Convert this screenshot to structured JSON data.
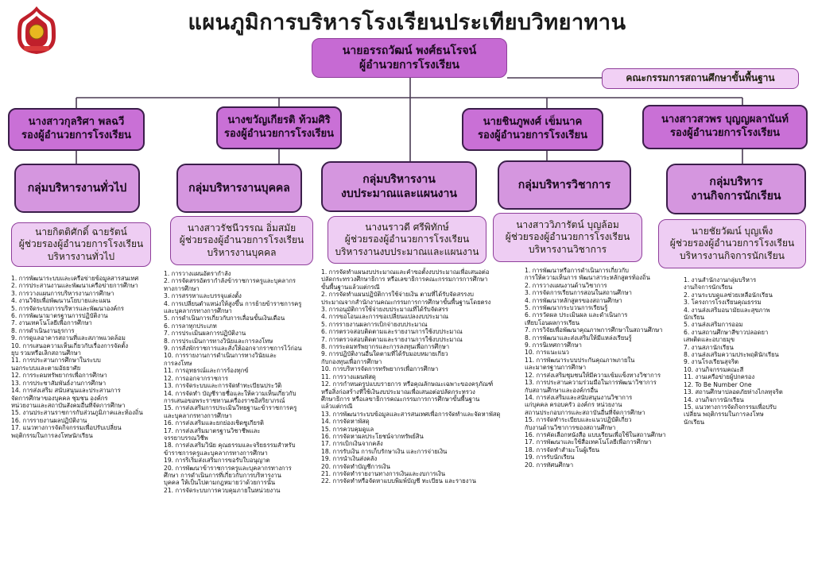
{
  "title": "แผนภูมิการบริหารโรงเรียนประเทียบวิทยาทาน",
  "director": {
    "name": "นายอรรถวัฒน์  พงศ์ธนโรจน์",
    "role": "ผู้อำนวยการโรงเรียน"
  },
  "committee": "คณะกรรมการสถานศึกษาขั้นพื้นฐาน",
  "deputies": [
    {
      "name": "นางสาวกุลริศา  พลฉวี",
      "role": "รองผู้อำนวยการโรงเรียน"
    },
    {
      "name": "นางขวัญเกียรติ  ท้วมศิริ",
      "role": "รองผู้อำนวยการโรงเรียน"
    },
    {
      "name": "นายชินภูพงศ์  เข็มนาค",
      "role": "รองผู้อำนวยการโรงเรียน"
    },
    {
      "name": "นางสาวสวพร  บุญญผลานันท์",
      "role": "รองผู้อำนวยการโรงเรียน"
    }
  ],
  "groups": [
    {
      "title": "กลุ่มบริหารงานทั่วไป",
      "assistant": [
        "นายกิตติศักดิ์  ฉายรัตน์",
        "ผู้ช่วยรองผู้อำนวยการโรงเรียน",
        "บริหารงานทั่วไป"
      ],
      "tasks": [
        "1. การพัฒนาระบบและเครือข่ายข้อมูลสารสนเทศ",
        "2. การประสานงานและพัฒนาเครือข่ายการศึกษา",
        "3. การวางแผนการบริหารงานการศึกษา",
        "4. งานวิจัยเพื่อพัฒนานโยบายและแผน",
        "5. การจัดระบบการบริหารและพัฒนาองค์กร",
        "6. การพัฒนามาตรฐานการปฏิบัติงาน",
        "7. งานเทคโนโลยีเพื่อการศึกษา",
        "8. การดำเนินงานธุรการ",
        "9. การดูแลอาคารสถานที่และสภาพแวดล้อม",
        "10. การเสนอความเห็นเกี่ยวกับเรื่องการจัดตั้ง\n     ยุบ รวมหรือเลิกสถานศึกษา",
        "11. การประสานการศึกษาในระบบ\n     นอกระบบและตามอัธยาศัย",
        "12. การระดมทรัพยากรเพื่อการศึกษา",
        "13. การประชาสัมพันธ์งานการศึกษา",
        "14. การส่งเสริม สนับสนุนและประสานการ\n     จัดการศึกษาของบุคคล ชุมชน องค์กร\n     หน่วยงานและสถาบันสังคมอื่นที่จัดการศึกษา",
        "15. งานประสานราชการกับส่วนภูมิภาคและท้องถิ่น",
        "16. การรายงานผลปฏิบัติงาน",
        "17. แนวทางการจัดกิจกรรมเพื่อปรับเปลี่ยน\n     พฤติกรรมในการลงโทษนักเรียน"
      ]
    },
    {
      "title": "กลุ่มบริหารงานบุคคล",
      "assistant": [
        "นางสาวรัชนีวรรณ อิ่มสมัย",
        "ผู้ช่วยรองผู้อำนวยการโรงเรียน",
        "บริหารงานบุคคล"
      ],
      "tasks": [
        "1. การวางแผนอัตรากำลัง",
        "2. การจัดสรรอัตรากำลังข้าราชการครูและบุคลากร\n   ทางการศึกษา",
        "3. การสรรหาและบรรจุแต่งตั้ง",
        "4. การเปลี่ยนตำแหน่งให้สูงขึ้น การย้ายข้าราชการครู\n   และบุคลากรทางการศึกษา",
        "5. การดำเนินการเกี่ยวกับการเลื่อนขั้นเงินเดือน",
        "6. การลาทุกประเภท",
        "7. การประเมินผลการปฏิบัติงาน",
        "8. การประเมินการทางวินัยและการลงโทษ",
        "9. การสั่งพักราชการและสั่งให้ออกจากราชการไว้ก่อน",
        "10. การรายงานการดำเนินการทางวินัยและ\n     การลงโทษ",
        "11. การอุทธรณ์และการร้องทุกข์",
        "12. การออกจากราชการ",
        "13. การจัดระบบและการจัดทำทะเบียนประวัติ",
        "14. การจัดทำ บัญชีรายชื่อและให้ความเห็นเกี่ยวกับ\n     การเสนอขอพระราชทานเครื่องราชอิสริยาภรณ์",
        "15. การส่งเสริมการประเมินวิทยฐานะข้าราชการครู\n     และบุคลากรทางการศึกษา",
        "16. การส่งเสริมและยกย่องเชิดชูเกียรติ",
        "17. การส่งเสริมมาตรฐานวิชาชีพและ\n     จรรยาบรรณวิชีพ",
        "18. การส่งเสริมวินัย คุณธรรมและจริยธรรมสำหรับ\n     ข้าราชการครูและบุคลากรทางการศึกษา",
        "19. การริเริ่มส่งเสริมการขอรับใบอนุญาต",
        "20. การพัฒนาข้าราชการครูและบุคลากรทางการ\n     ศึกษา การดำเนินการที่เกี่ยวกับการบริหารงาน\n     บุคคล ให้เป็นไปตามกฎหมายว่าด้วยการนั้น",
        "21. การจัดระบบการควบคุมภายในหน่วยงาน"
      ]
    },
    {
      "title": "กลุ่มบริหารงาน\nงบประมาณและแผนงาน",
      "assistant": [
        "นางนราวดี ศรีพิทักษ์",
        "ผู้ช่วยรองผู้อำนวยการโรงเรียน",
        "บริหารงานงบประมาณและแผนงาน"
      ],
      "tasks": [
        "1. การจัดทำแผนงบประมาณและคำขอตั้งงบประมาณเพื่อเสนอต่อ\n   ปลัดกระทรวงศึกษาธิการ หรือเลขาธิการคณะกรรมการการศึกษา\n   ขั้นพื้นฐานแล้วแต่กรณี",
        "2. การจัดทำแผนปฏิบัติการใช้จ่ายเงิน ตามที่ได้รับจัดสรรงบ\n   ประมาณจากสำนักงานคณะกรรมการการศึกษาขั้นพื้นฐานโดยตรง",
        "3. การอนุมัติการใช้จ่ายงบประมาณที่ได้รับจัดสรร",
        "4. การขอโอนและการขอเปลี่ยนแปลงงบประมาณ",
        "5. การรายงานผลการเบิกจ่ายงบประมาณ",
        "6. การตรวจสอบติดตามและรายงานการใช้งบประมาณ",
        "7. การตรวจสอบติดตามและรายงานการใช้งบประมาณ",
        "8. การระดมทรัพยากรและการลงทุนเพื่อการศึกษา",
        "9. การปฏิบัติงานอื่นใดตามที่ได้รับมอบหมายเกี่ยว\n   กับกองทุนเพื่อการศึกษา",
        "10. การบริหารจัดการทรัพยากรเพื่อการศึกษา",
        "11. การวางแผนพัสดุ",
        "12. การกำหนดรูปแบบรายการ หรือคุณลักษณะเฉพาะของครุภัณฑ์\n     หรือสิ่งก่อสร้างที่ใช้เงินงบประมาณเพื่อเสนอต่อปลัดกระทรวง\n     ศึกษาธิการ หรือเลขาธิการคณะกรรมการการศึกษาขั้นพื้นฐาน\n     แล้วแต่กรณี",
        "13. การพัฒนาระบบข้อมูลและสารสนเทศเพื่อการจัดทำและจัดหาพัสดุ",
        "14. การจัดหาพัสดุ",
        "15. การควบคุมดูแล",
        "16. การจัดหาผลประโยชน์จากทรัพย์สิน",
        "17. การเบิกเงินจากคลัง",
        "18. การรับเงิน การเก็บรักษาเงิน และการจ่ายเงิน",
        "19. การนำเงินส่งคลัง",
        "20. การจัดทำบัญชีการเงิน",
        "21. การจัดทำรายงานทางการเงินและงบการเงิน",
        "22. การจัดทำหรือจัดหาแบบพิมพ์บัญชี ทะเบียน และรายงาน"
      ]
    },
    {
      "title": "กลุ่มบริหารวิชาการ",
      "assistant": [
        "นางสาววิภารัตน์ บุญล้อม",
        "ผู้ช่วยรองผู้อำนวยการโรงเรียน",
        "บริหารงานวิชาการ"
      ],
      "tasks": [
        "1. การพัฒนาหรือการดำเนินการเกี่ยวกับ\n   การให้ความเห็นการ พัฒนาสาระหลักสูตรท้องถิ่น",
        "2. การวางแผนงานด้านวิชาการ",
        "3. การจัดการเรียนการสอนในสถานศึกษา",
        "4. การพัฒนาหลักสูตรของสถานศึกษา",
        "5. การพัฒนากระบวนการเรียนรู้",
        "6. การวัดผล ประเมินผล และดำเนินการ\n   เทียบโอนผลการเรียน",
        "7. การวิจัยเพื่อพัฒนาคุณภาพการศึกษาในสถานศึกษา",
        "8. การพัฒนาและส่งเสริมให้มีแหล่งเรียนรู้",
        "9. การนิเทศการศึกษา",
        "10. การแนะแนว",
        "11. การพัฒนาระบบประกันคุณภาพภายใน\n     และมาตรฐานการศึกษา",
        "12. การส่งเสริมชุมชนให้มีความเข้มแข็งทางวิชาการ",
        "13. การประสานความร่วมมือในการพัฒนาวิชาการ\n     กับสถานศึกษาและองค์กรอื่น",
        "14. การส่งเสริมและสนับสนุนงานวิชาการ\n     แก่บุคคล ครอบครัว องค์กร หน่วยงาน\n     สถานประกอบการและสถาบันอื่นที่จัดการศึกษา",
        "15. การจัดทำระเบียบและแนวปฏิบัติเกี่ยว\n     กับงานด้านวิชาการของสถานศึกษา",
        "16. การคัดเลือกหนังสือ แบบเรียนเพื่อใช้ในสถานศึกษา",
        "17. การพัฒนาและใช้สื่อเทคโนโลยีเพื่อการศึกษา",
        "18. การจัดทำสำมะโนผู้เรียน",
        "19. การรับนักเรียน",
        "20. การทัศนศึกษา"
      ]
    },
    {
      "title": "กลุ่มบริหาร\nงานกิจการนักเรียน",
      "assistant": [
        "นายชัยวัฒน์ บุญเพ็ง",
        "ผู้ช่วยรองผู้อำนวยการโรงเรียน",
        "บริหารงานกิจการนักเรียน"
      ],
      "tasks": [
        "1. งานสำนักงานกลุ่มบริหาร\n   งานกิจการนักเรียน",
        "2. งานระบบดูแลช่วยเหลือนักเรียน",
        "3. โครงการโรงเรียนคุณธรรม",
        "4. งานส่งเสริมอนามัยและสุขภาพ\n   นักเรียน",
        "5. งานส่งเสริมการออม",
        "6. งานสถานศึกษาสีขาวปลอดยา\n   เสพติดและอบายมุข",
        "7. งานสภานักเรียน",
        "8. งานส่งเสริมความประพฤตินักเรียน",
        "9. งานโรงเรียนสุจริต",
        "10. งานกิจกรรมคณะสี",
        "11. งานเครือข่ายผู้ปกครอง",
        "12. To Be Number One",
        "13. สถานศึกษาปลอดภัยห่างไกลทุจริต",
        "14. งานกิจการนักเรียน",
        "15. แนวทางการจัดกิจกรรมเพื่อปรับ\n     เปลี่ยน พฤติกรรมในการลงโทษ\n     นักเรียน"
      ]
    }
  ]
}
